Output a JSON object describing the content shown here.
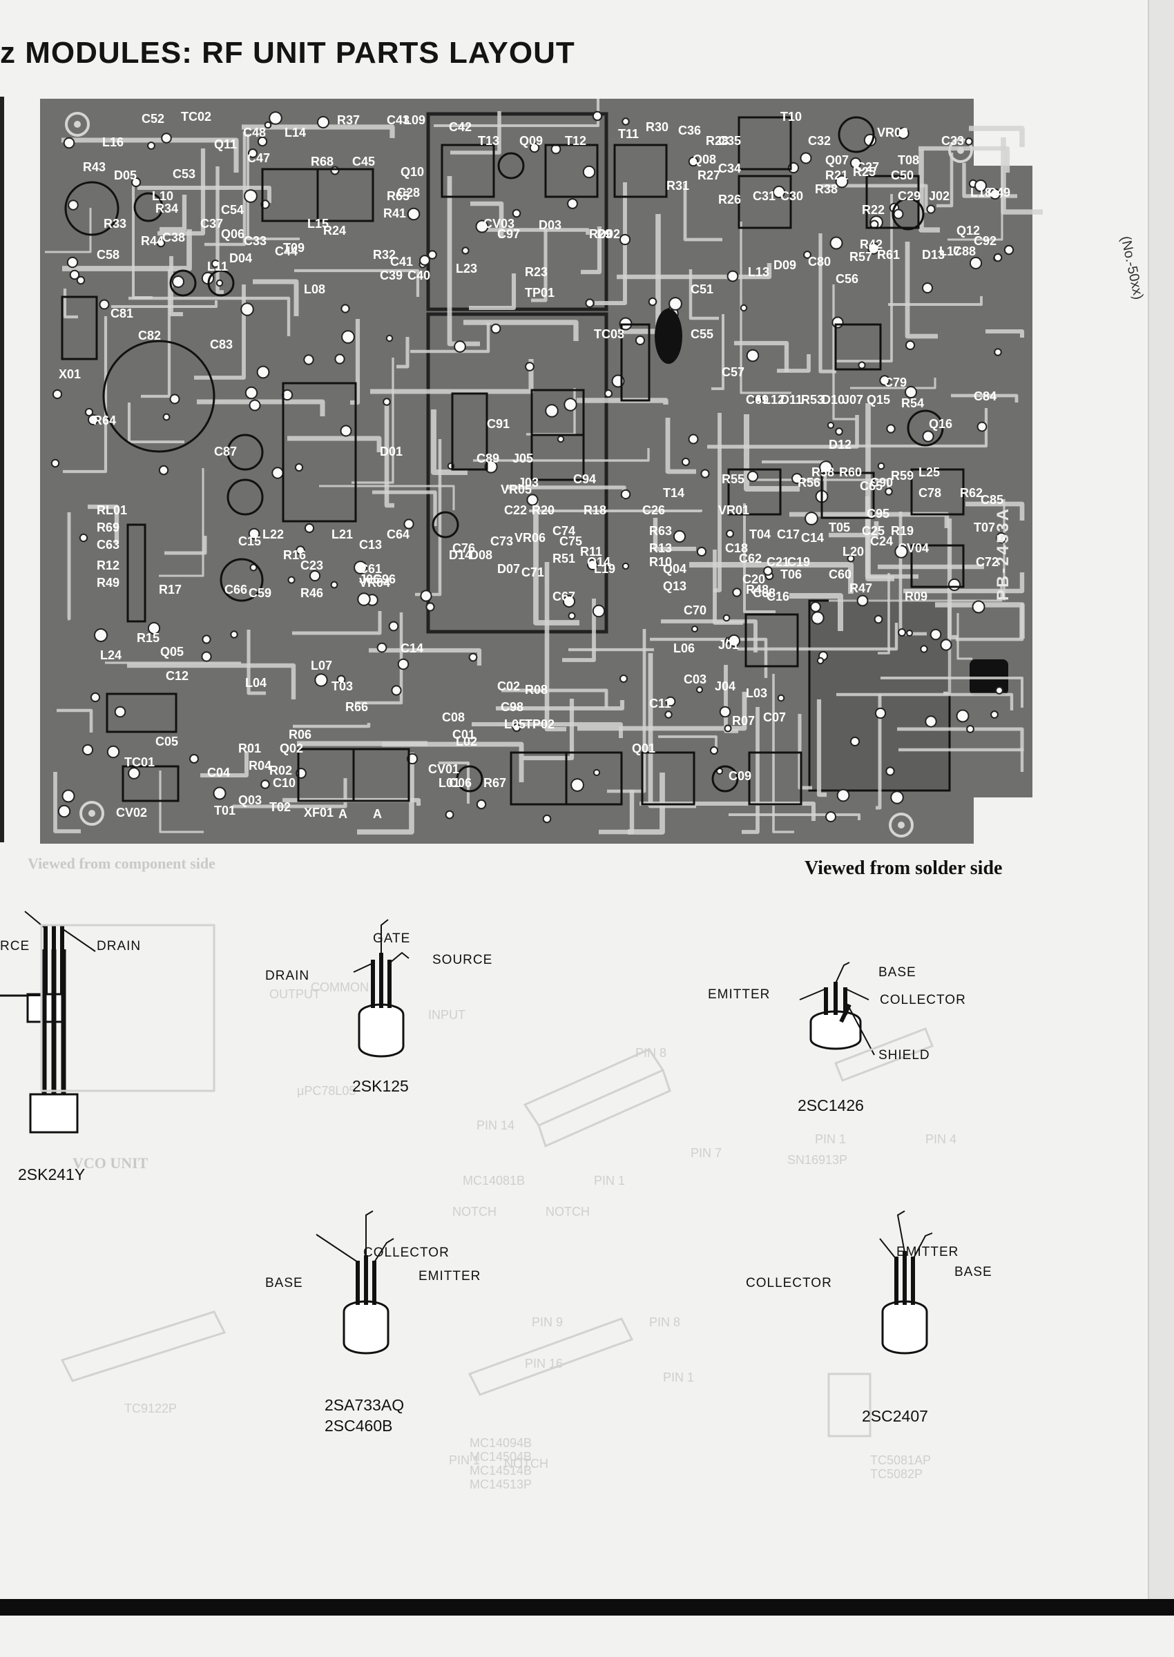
{
  "title": "z MODULES: RF UNIT PARTS LAYOUT",
  "caption": "Viewed from solder side",
  "board_id": "PB-2453A",
  "board_ref_labels": [
    "L16",
    "C52",
    "TC02",
    "C48",
    "L14",
    "R37",
    "C43",
    "L09",
    "C42",
    "T13",
    "Q09",
    "T12",
    "T11",
    "R30",
    "C36",
    "R28",
    "C35",
    "T10",
    "C32",
    "VR03",
    "C33",
    "R43",
    "D05",
    "C53",
    "Q11",
    "C47",
    "R68",
    "C45",
    "Q10",
    "Q08",
    "C34",
    "Q07",
    "R25",
    "T08",
    "C50",
    "C49",
    "L10",
    "R34",
    "Q06",
    "C54",
    "L15",
    "R41",
    "R65",
    "CV03",
    "R38",
    "R33",
    "C38",
    "C37",
    "C33",
    "T09",
    "R24",
    "C28",
    "R22",
    "C27",
    "C29",
    "J02",
    "Q12",
    "L17",
    "C58",
    "R44",
    "D04",
    "C44",
    "R32",
    "C97",
    "D03",
    "R29",
    "R27",
    "R31",
    "R26",
    "C31",
    "C30",
    "R21",
    "R42",
    "L11",
    "C41",
    "L08",
    "C39",
    "C40",
    "L23",
    "R23",
    "D02",
    "C51",
    "L13",
    "D09",
    "C80",
    "R57",
    "R61",
    "D13",
    "C88",
    "C92",
    "L18",
    "C56",
    "X01",
    "C81",
    "C82",
    "C83",
    "TP01",
    "C91",
    "J05",
    "TC03",
    "C55",
    "C57",
    "C69",
    "L12",
    "D11",
    "R53",
    "D10",
    "J07",
    "Q15",
    "C79",
    "R54",
    "C84",
    "Q16",
    "D12",
    "C90",
    "C65",
    "L25",
    "C78",
    "C85",
    "R64",
    "C87",
    "C89",
    "D01",
    "VR05",
    "J03",
    "C94",
    "T14",
    "R55",
    "R56",
    "R58",
    "R60",
    "R59",
    "R62",
    "R18",
    "C22",
    "R20",
    "C26",
    "VR01",
    "C95",
    "CV04",
    "RL01",
    "VR06",
    "C75",
    "C74",
    "R63",
    "T04",
    "C17",
    "C14",
    "T05",
    "C25",
    "R19",
    "T07",
    "R69",
    "L22",
    "L21",
    "C13",
    "C64",
    "C76",
    "C73",
    "R11",
    "R13",
    "C18",
    "C21",
    "C19",
    "C24",
    "C63",
    "D14",
    "D08",
    "D07",
    "R51",
    "Q14",
    "R10",
    "C62",
    "L20",
    "C72",
    "R12",
    "C15",
    "R16",
    "C23",
    "C61",
    "C96",
    "J06",
    "C71",
    "L19",
    "Q04",
    "C20",
    "T06",
    "C60",
    "R47",
    "R49",
    "R17",
    "C66",
    "C59",
    "R46",
    "VR04",
    "C67",
    "Q13",
    "C68",
    "R48",
    "C70",
    "C16",
    "R09",
    "R15",
    "Q05",
    "C14",
    "L06",
    "J01",
    "L24",
    "L07",
    "C12",
    "T03",
    "C02",
    "C98",
    "R08",
    "C03",
    "J04",
    "L03",
    "L04",
    "R66",
    "C08",
    "L05",
    "TP02",
    "R07",
    "C11",
    "C05",
    "R06",
    "L02",
    "R04",
    "C01",
    "C06",
    "Q01",
    "C07",
    "Q02",
    "C10",
    "L01",
    "TC01",
    "C04",
    "R01",
    "R02",
    "CV01",
    "R67",
    "C09",
    "CV02",
    "T01",
    "Q03",
    "T02",
    "XF01",
    "A",
    "A"
  ],
  "components": [
    {
      "name": "2SK241Y",
      "pins": [
        "RCE",
        "DRAIN"
      ]
    },
    {
      "name": "2SK125",
      "pins": [
        "DRAIN",
        "GATE",
        "SOURCE"
      ]
    },
    {
      "name": "2SC1426",
      "pins": [
        "EMITTER",
        "BASE",
        "COLLECTOR",
        "SHIELD"
      ]
    },
    {
      "name": "2SA733AQ",
      "name2": "2SC460B",
      "pins": [
        "BASE",
        "COLLECTOR",
        "EMITTER"
      ]
    },
    {
      "name": "2SC2407",
      "pins": [
        "COLLECTOR",
        "EMITTER",
        "BASE"
      ]
    }
  ],
  "show_through": {
    "top_left": "Viewed from component side",
    "vco_unit": "VCO UNIT",
    "ic_labels": [
      "μPC78L05",
      "MC14081B",
      "SN16913P",
      "TC9122P",
      "MC14094B",
      "MC14504B",
      "MC14514B",
      "MC14513P",
      "TC5081AP",
      "TC5082P",
      "PIN 8",
      "PIN 14",
      "PIN 1",
      "PIN 7",
      "NOTCH",
      "NOTCH",
      "PIN 1",
      "PIN 4",
      "PIN 9",
      "PIN 8",
      "PIN 16",
      "PIN 1",
      "NOTCH",
      "PIN 1",
      "OUTPUT",
      "INPUT",
      "COMMON"
    ]
  },
  "side_note": "(No.-50xx)",
  "colors": {
    "board": "#6f6f6d",
    "trace": "#d4d4d2",
    "page": "#f2f2f0",
    "ink": "#111111"
  }
}
